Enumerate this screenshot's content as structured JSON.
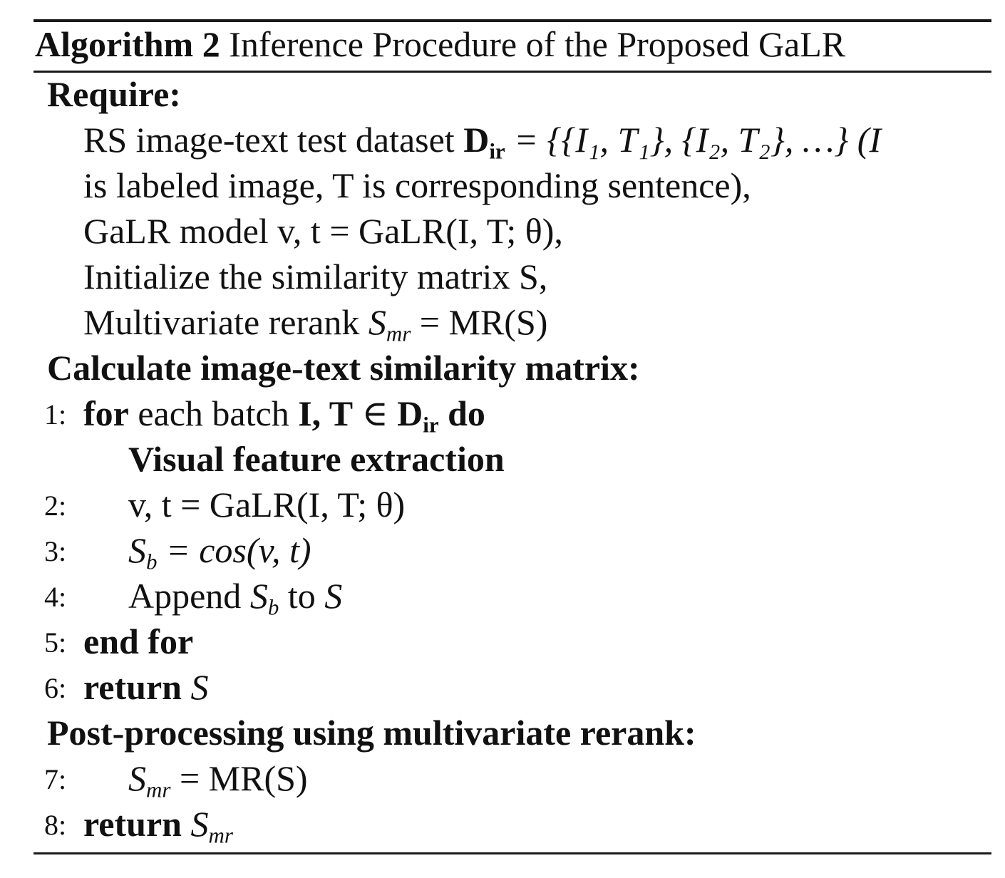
{
  "caption": {
    "label": "Algorithm 2",
    "title": "Inference Procedure of the Proposed GaLR"
  },
  "require": {
    "heading": "Require:",
    "line1_text": "RS image-text test dataset ",
    "line1_D": "D",
    "line1_D_sub": "ir",
    "line1_math": " = {{I₁, T₁}, {I₂, T₂}, …} (I",
    "line2": "is labeled image, T is corresponding sentence),",
    "line3": "GaLR model v, t = GaLR(I, T; θ),",
    "line4": "Initialize the similarity matrix S,",
    "line5_text": "Multivariate rerank ",
    "line5_S": "S",
    "line5_sub": "mr",
    "line5_rest": " = MR(S)"
  },
  "section1": {
    "heading": "Calculate image-text similarity matrix:"
  },
  "steps": {
    "s1": {
      "num": "1:",
      "kw": "for",
      "text": " each batch ",
      "vars": "I, T",
      "elem": " ∈ ",
      "D": "D",
      "D_sub": "ir",
      "kw2": " do"
    },
    "s1b": {
      "text": "Visual feature extraction"
    },
    "s2": {
      "num": "2:",
      "text": "v, t = GaLR(I, T; θ)"
    },
    "s3": {
      "num": "3:",
      "S": "S",
      "sub": "b",
      "rest": " = cos(v, t)"
    },
    "s4": {
      "num": "4:",
      "text": "Append ",
      "S": "S",
      "sub": "b",
      "mid": " to ",
      "S2": "S"
    },
    "s5": {
      "num": "5:",
      "kw": "end for"
    },
    "s6": {
      "num": "6:",
      "kw": "return",
      "var": " S"
    },
    "s7": {
      "num": "7:",
      "S": "S",
      "sub": "mr",
      "rest": " = MR(S)"
    },
    "s8": {
      "num": "8:",
      "kw": "return",
      "S": " S",
      "sub": "mr"
    }
  },
  "section2": {
    "heading": "Post-processing using multivariate rerank:"
  }
}
